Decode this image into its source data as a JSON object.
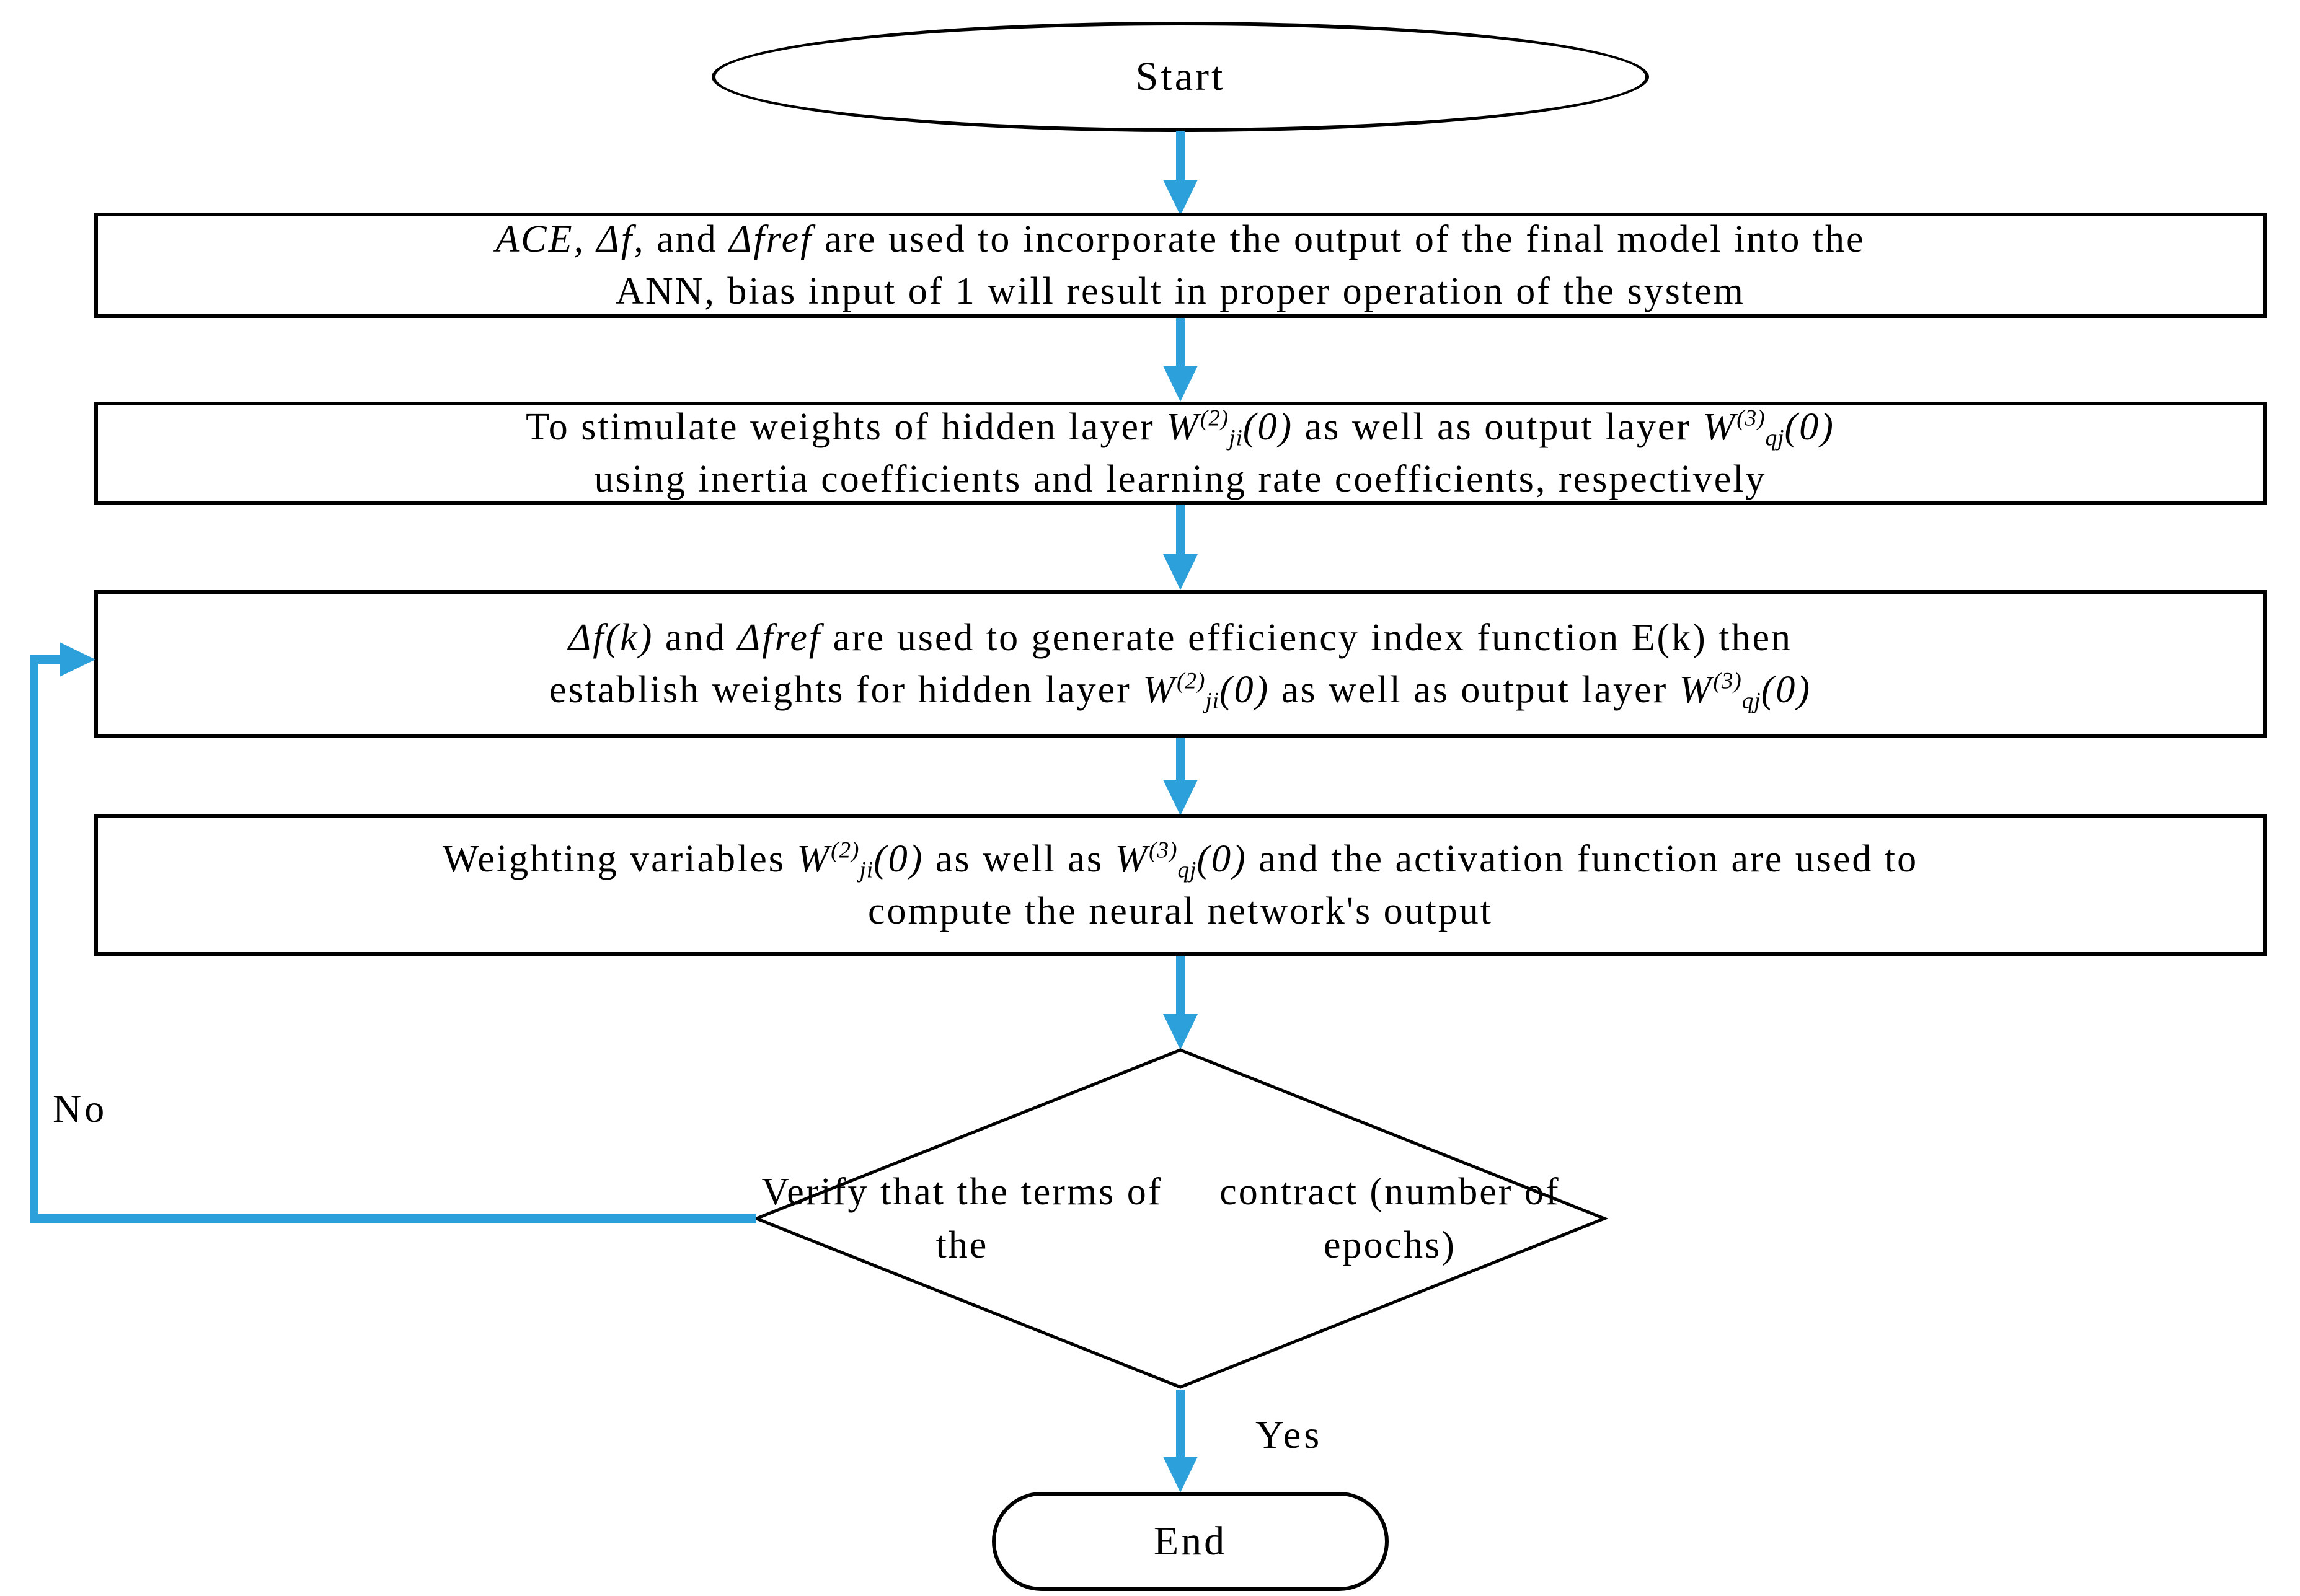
{
  "colors": {
    "arrow": "#2CA0DA",
    "border": "#000000",
    "background": "#FFFFFF",
    "text": "#000000"
  },
  "nodes": {
    "start": {
      "label": "Start"
    },
    "step1": {
      "segments": [
        {
          "t": "ACE, Δf,",
          "i": true
        },
        {
          "t": " and ",
          "i": false
        },
        {
          "t": "Δfref",
          "i": true
        },
        {
          "t": " are used to incorporate the output of the final model into the",
          "i": false
        },
        {
          "br": true
        },
        {
          "t": "ANN, bias input of 1 will result in proper operation of the system",
          "i": false
        }
      ]
    },
    "step2": {
      "segments": [
        {
          "t": "To stimulate weights of  hidden layer ",
          "i": false
        },
        {
          "t": "W",
          "i": true
        },
        {
          "t": "(2)",
          "i": true,
          "sup": true
        },
        {
          "t": "ji",
          "i": true,
          "sub": true
        },
        {
          "t": "(0)",
          "i": true
        },
        {
          "t": " as well as output layer ",
          "i": false
        },
        {
          "t": "W",
          "i": true
        },
        {
          "t": "(3)",
          "i": true,
          "sup": true
        },
        {
          "t": "qj",
          "i": true,
          "sub": true
        },
        {
          "t": "(0)",
          "i": true
        },
        {
          "br": true
        },
        {
          "t": "using inertia coefficients and learning rate coefficients, respectively",
          "i": false
        }
      ]
    },
    "step3": {
      "segments": [
        {
          "t": "Δf(k)",
          "i": true
        },
        {
          "t": " and ",
          "i": false
        },
        {
          "t": "Δfref",
          "i": true
        },
        {
          "t": " are used to generate efficiency index function E(k) then",
          "i": false
        },
        {
          "br": true
        },
        {
          "t": "establish weights for hidden layer ",
          "i": false
        },
        {
          "t": "W",
          "i": true
        },
        {
          "t": "(2)",
          "i": true,
          "sup": true
        },
        {
          "t": "ji",
          "i": true,
          "sub": true
        },
        {
          "t": "(0)",
          "i": true
        },
        {
          "t": " as well as output layer ",
          "i": false
        },
        {
          "t": "W",
          "i": true
        },
        {
          "t": "(3)",
          "i": true,
          "sup": true
        },
        {
          "t": "qj",
          "i": true,
          "sub": true
        },
        {
          "t": "(0)",
          "i": true
        }
      ]
    },
    "step4": {
      "segments": [
        {
          "t": "Weighting variables ",
          "i": false
        },
        {
          "t": "W",
          "i": true
        },
        {
          "t": "(2)",
          "i": true,
          "sup": true
        },
        {
          "t": "ji",
          "i": true,
          "sub": true
        },
        {
          "t": "(0)",
          "i": true
        },
        {
          "t": " as well as ",
          "i": false
        },
        {
          "t": "W",
          "i": true
        },
        {
          "t": "(3)",
          "i": true,
          "sup": true
        },
        {
          "t": "qj",
          "i": true,
          "sub": true
        },
        {
          "t": "(0)",
          "i": true
        },
        {
          "t": "  and the activation function are used to",
          "i": false
        },
        {
          "br": true
        },
        {
          "t": "compute the neural network's output",
          "i": false
        }
      ]
    },
    "decision": {
      "segments": [
        {
          "t": "Verify that the terms of the",
          "i": false
        },
        {
          "br": true
        },
        {
          "t": "contract (number of epochs)",
          "i": false
        }
      ]
    },
    "end": {
      "label": "End"
    }
  },
  "edge_labels": {
    "yes": "Yes",
    "no": "No"
  }
}
